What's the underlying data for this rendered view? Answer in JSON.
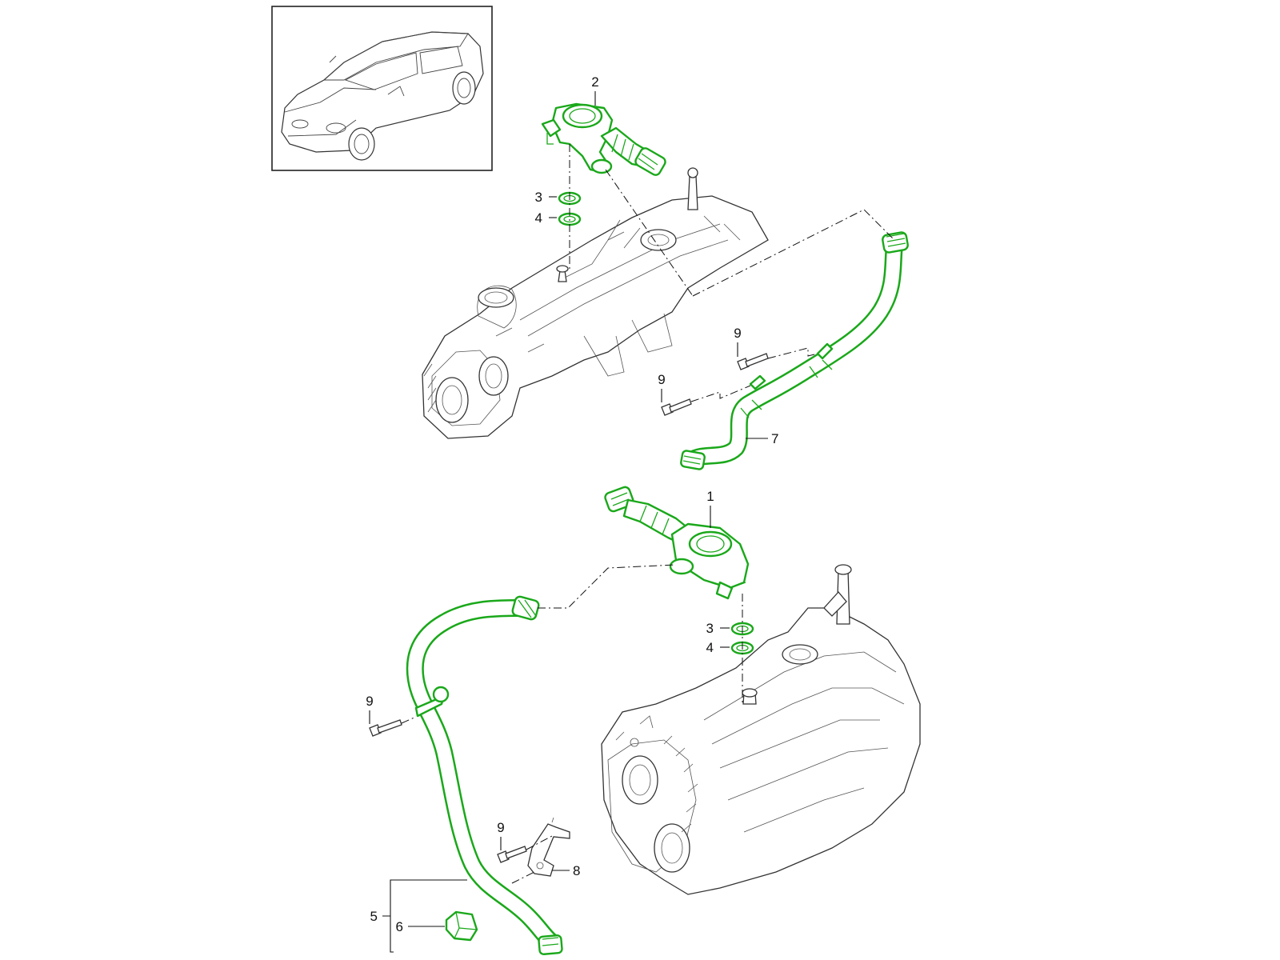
{
  "diagram": {
    "callouts": {
      "c1": "1",
      "c2": "2",
      "c3_top": "3",
      "c4_top": "4",
      "c3_bottom": "3",
      "c4_bottom": "4",
      "c5": "5",
      "c6": "6",
      "c7": "7",
      "c8": "8",
      "c9_a": "9",
      "c9_b": "9",
      "c9_c": "9",
      "c9_d": "9"
    },
    "colors": {
      "highlight": "#1aa81a",
      "outline": "#333333"
    }
  }
}
